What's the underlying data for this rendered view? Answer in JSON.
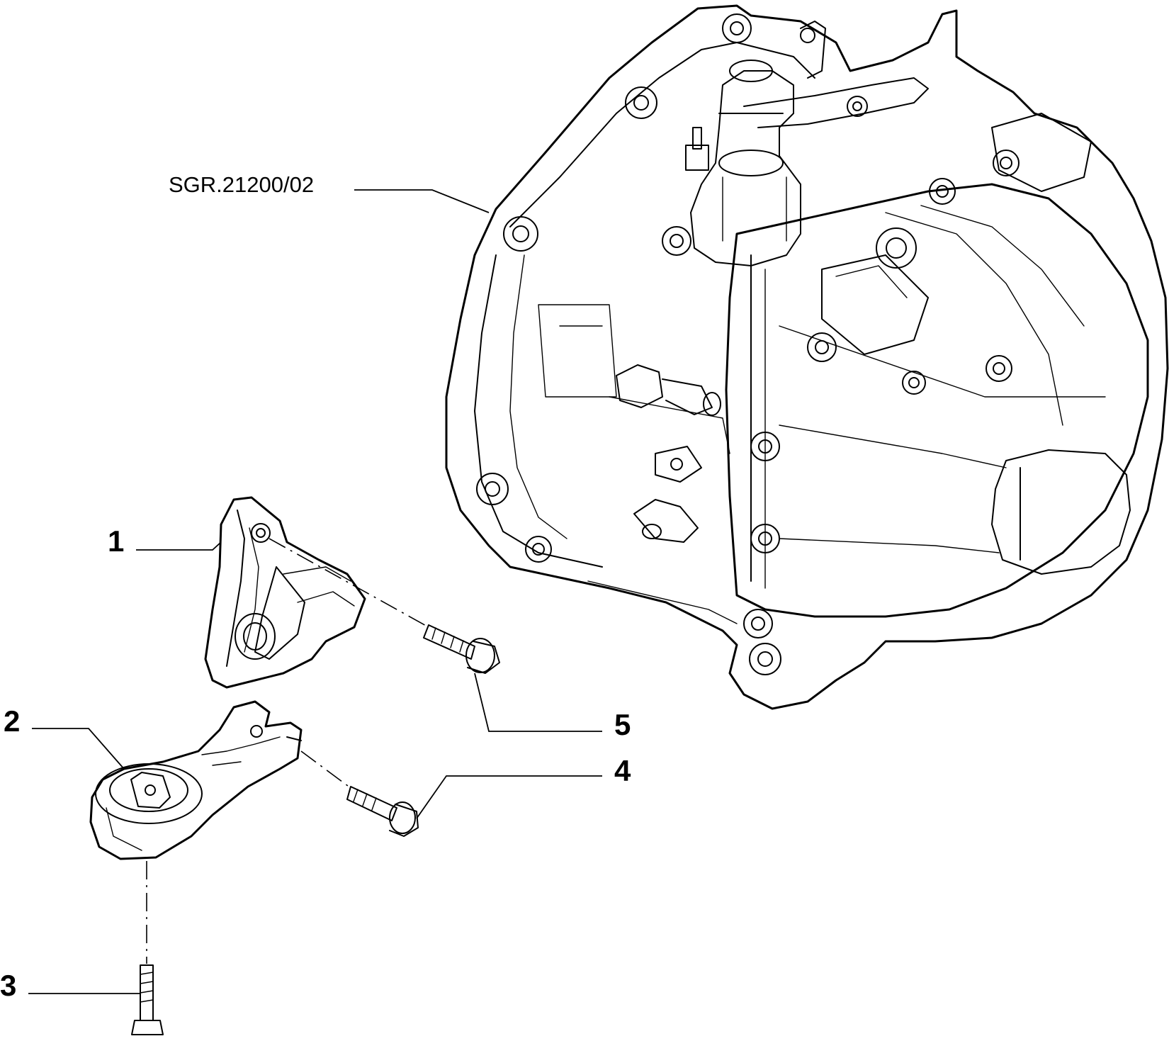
{
  "diagram": {
    "reference_code": "SGR.21200/02",
    "callouts": [
      {
        "id": "1",
        "label": "1"
      },
      {
        "id": "2",
        "label": "2"
      },
      {
        "id": "3",
        "label": "3"
      },
      {
        "id": "4",
        "label": "4"
      },
      {
        "id": "5",
        "label": "5"
      }
    ]
  }
}
